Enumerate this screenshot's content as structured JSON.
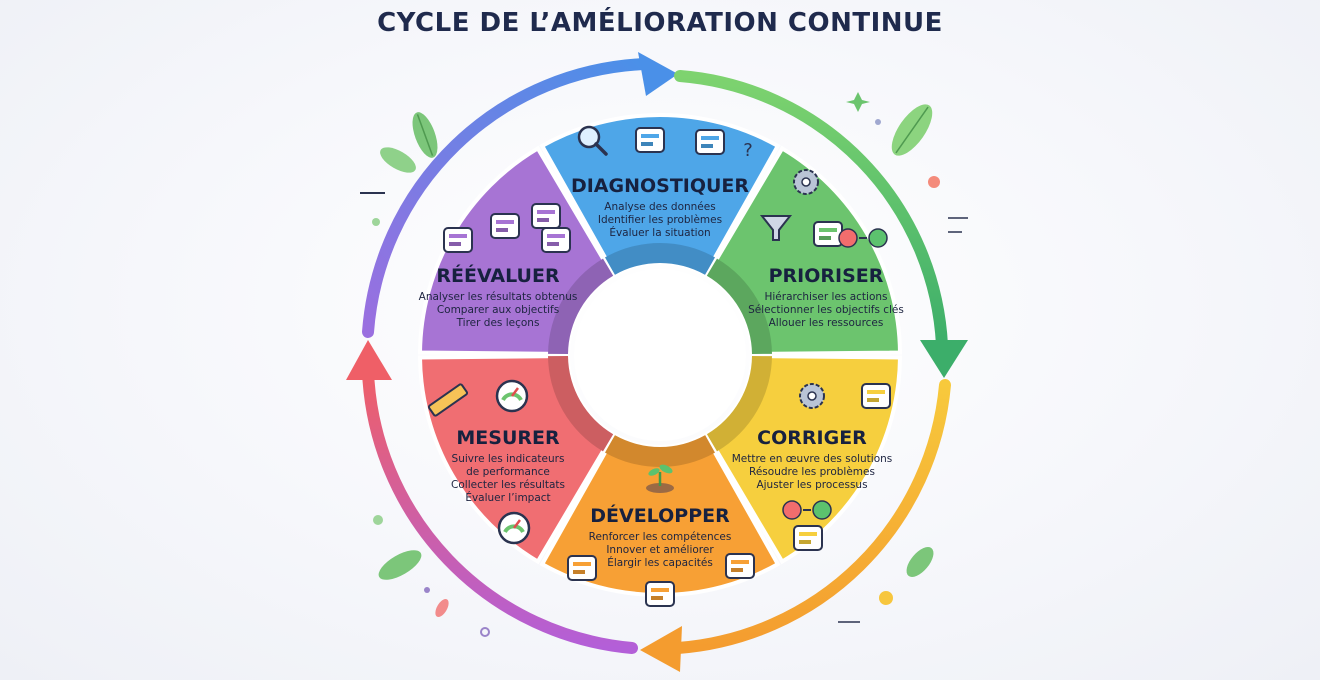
{
  "title": "CYCLE DE L’AMÉLIORATION CONTINUE",
  "colors": {
    "diagnostiquer": "#4ea6e8",
    "prioriser": "#6cc46e",
    "corriger": "#f6cf3e",
    "developper": "#f7a035",
    "mesurer": "#f06e72",
    "reevaluer": "#a774d4"
  },
  "segments": [
    {
      "id": "diagnostiquer",
      "title": "DIAGNOSTIQUER",
      "lines": [
        "Analyse des données",
        "Identifier les problèmes",
        "Évaluer la situation"
      ],
      "icons": [
        "magnifier-icon",
        "report-icon",
        "chart-icon",
        "question-mark-icon"
      ]
    },
    {
      "id": "prioriser",
      "title": "PRIORISER",
      "lines": [
        "Hiérarchiser les actions",
        "Sélectionner les objectifs clés",
        "Allouer les ressources"
      ],
      "icons": [
        "funnel-icon",
        "blocks-icon",
        "checklist-icon",
        "gear-icon"
      ]
    },
    {
      "id": "corriger",
      "title": "CORRIGER",
      "lines": [
        "Mettre en œuvre des solutions",
        "Résoudre les problèmes",
        "Ajuster les processus"
      ],
      "icons": [
        "gear-wrench-icon",
        "tools-icon",
        "cross-to-check-icon",
        "bandage-icon"
      ]
    },
    {
      "id": "developper",
      "title": "DÉVELOPPER",
      "lines": [
        "Renforcer les compétences",
        "Innover et améliorer",
        "Élargir les capacités"
      ],
      "icons": [
        "sprout-icon",
        "person-growth-icon",
        "thumbs-up-icon",
        "lightbulb-blocks-icon"
      ]
    },
    {
      "id": "mesurer",
      "title": "MESURER",
      "lines": [
        "Suivre les indicateurs",
        "de performance",
        "Collecter les résultats",
        "Évaluer l’impact"
      ],
      "icons": [
        "ruler-icon",
        "gauge-icon",
        "compass-icon"
      ]
    },
    {
      "id": "reevaluer",
      "title": "RÉÉVALUER",
      "lines": [
        "Analyser les résultats obtenus",
        "Comparer aux objectifs",
        "Tirer des leçons"
      ],
      "icons": [
        "presentation-icon",
        "speech-bubble-icon",
        "refresh-icon",
        "arrow-icon"
      ]
    }
  ]
}
